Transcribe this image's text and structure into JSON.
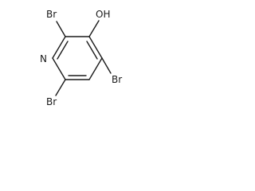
{
  "molecule": {
    "atoms": {
      "nitrogen": "N",
      "bromo_top": "Br",
      "hydroxyl": "OH",
      "bromo_right": "Br",
      "bromo_left": "Br"
    }
  }
}
